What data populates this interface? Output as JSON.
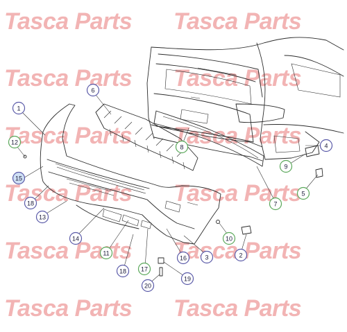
{
  "watermark": {
    "text": "Tasca Parts",
    "color": "#f2b4b4"
  },
  "callouts": [
    {
      "id": "c1",
      "label": "1",
      "ring": "#5a5aa8",
      "fill": "#ffffff"
    },
    {
      "id": "c2",
      "label": "2",
      "ring": "#5a5aa8",
      "fill": "#ffffff"
    },
    {
      "id": "c3",
      "label": "3",
      "ring": "#5a5aa8",
      "fill": "#ffffff"
    },
    {
      "id": "c4",
      "label": "4",
      "ring": "#5a5aa8",
      "fill": "#ffffff"
    },
    {
      "id": "c5",
      "label": "5",
      "ring": "#5aa85a",
      "fill": "#ffffff"
    },
    {
      "id": "c6",
      "label": "6",
      "ring": "#5a5aa8",
      "fill": "#ffffff"
    },
    {
      "id": "c7",
      "label": "7",
      "ring": "#5aa85a",
      "fill": "#ffffff"
    },
    {
      "id": "c8",
      "label": "8",
      "ring": "#5aa85a",
      "fill": "#ffffff"
    },
    {
      "id": "c9",
      "label": "9",
      "ring": "#5aa85a",
      "fill": "#ffffff"
    },
    {
      "id": "c10",
      "label": "10",
      "ring": "#5aa85a",
      "fill": "#ffffff"
    },
    {
      "id": "c11",
      "label": "11",
      "ring": "#5aa85a",
      "fill": "#ffffff"
    },
    {
      "id": "c12",
      "label": "12",
      "ring": "#5aa85a",
      "fill": "#ffffff"
    },
    {
      "id": "c13",
      "label": "13",
      "ring": "#5a5aa8",
      "fill": "#ffffff"
    },
    {
      "id": "c14",
      "label": "14",
      "ring": "#5a5aa8",
      "fill": "#ffffff"
    },
    {
      "id": "c15",
      "label": "15",
      "ring": "#5a5aa8",
      "fill": "#cfe0f5"
    },
    {
      "id": "c16",
      "label": "16",
      "ring": "#5a5aa8",
      "fill": "#ffffff"
    },
    {
      "id": "c17",
      "label": "17",
      "ring": "#5aa85a",
      "fill": "#ffffff"
    },
    {
      "id": "c18a",
      "label": "18",
      "ring": "#5a5aa8",
      "fill": "#ffffff"
    },
    {
      "id": "c18b",
      "label": "18",
      "ring": "#5a5aa8",
      "fill": "#ffffff"
    },
    {
      "id": "c19",
      "label": "19",
      "ring": "#5a5aa8",
      "fill": "#ffffff"
    },
    {
      "id": "c20",
      "label": "20",
      "ring": "#5a5aa8",
      "fill": "#ffffff"
    }
  ]
}
